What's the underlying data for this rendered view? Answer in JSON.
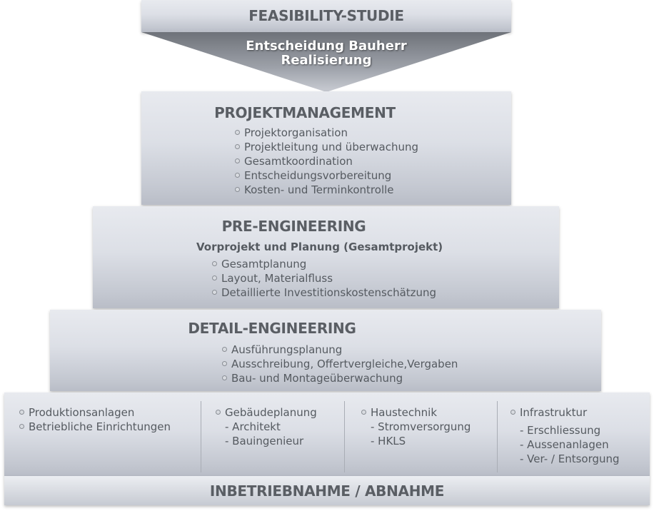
{
  "feasibility": {
    "title": "FEASIBILITY-STUDIE"
  },
  "arrow": {
    "line1": "Entscheidung Bauherr",
    "line2": "Realisierung"
  },
  "projektmanagement": {
    "title": "PROJEKTMANAGEMENT",
    "items": [
      "Projektorganisation",
      "Projektleitung und überwachung",
      "Gesamtkoordination",
      "Entscheidungsvorbereitung",
      "Kosten- und Terminkontrolle"
    ]
  },
  "pre_engineering": {
    "title": "PRE-ENGINEERING",
    "subtitle": "Vorprojekt und Planung (Gesamtprojekt)",
    "items": [
      "Gesamtplanung",
      "Layout, Materialfluss",
      "Detaillierte Investitionskostenschätzung"
    ]
  },
  "detail_engineering": {
    "title": "DETAIL-ENGINEERING",
    "items": [
      "Ausführungsplanung",
      "Ausschreibung, Offertvergleiche,Vergaben",
      "Bau- und Montageüberwachung"
    ]
  },
  "execution": {
    "columns": [
      {
        "items": [
          "Produktionsanlagen",
          "Betriebliche Einrichtungen"
        ],
        "subitems": []
      },
      {
        "items": [
          "Gebäudeplanung"
        ],
        "subitems": [
          "- Architekt",
          "- Bauingenieur"
        ]
      },
      {
        "items": [
          "Haustechnik"
        ],
        "subitems": [
          "- Stromversorgung",
          "- HKLS"
        ]
      },
      {
        "items": [
          "Infrastruktur"
        ],
        "subitems": [
          "- Erschliessung",
          "- Aussenanlagen",
          "- Ver- / Entsorgung"
        ]
      }
    ]
  },
  "inbetriebnahme": {
    "title": "INBETRIEBNAHME / ABNAHME"
  }
}
